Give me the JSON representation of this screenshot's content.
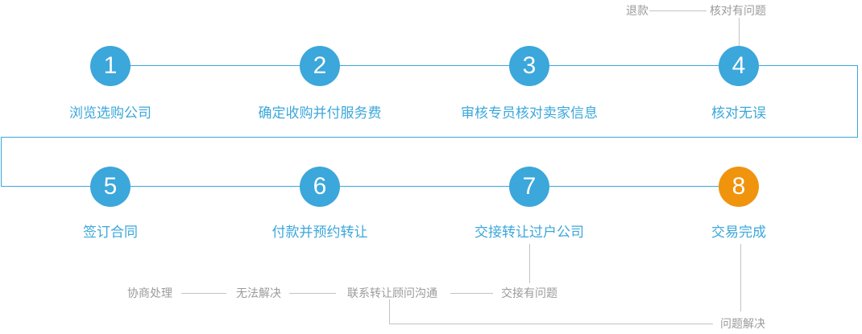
{
  "diagram": {
    "type": "process-flow",
    "colors": {
      "step_blue": "#3BA7DB",
      "final_step_orange": "#F0930D",
      "annotation_gray_text": "#9B9B9B",
      "annotation_gray_line": "#C3C3C3"
    },
    "steps": [
      {
        "number": "1",
        "label": "浏览选购公司"
      },
      {
        "number": "2",
        "label": "确定收购并付服务费"
      },
      {
        "number": "3",
        "label": "审核专员核对卖家信息"
      },
      {
        "number": "4",
        "label": "核对无误"
      },
      {
        "number": "5",
        "label": "签订合同"
      },
      {
        "number": "6",
        "label": "付款并预约转让"
      },
      {
        "number": "7",
        "label": "交接转让过户公司"
      },
      {
        "number": "8",
        "label": "交易完成"
      }
    ],
    "annotations": {
      "refund": "退款",
      "check_problem": "核对有问题",
      "negotiate": "协商处理",
      "unresolved": "无法解决",
      "contact_consultant": "联系转让顾问沟通",
      "handover_problem": "交接有问题",
      "problem_solved": "问题解决"
    }
  }
}
